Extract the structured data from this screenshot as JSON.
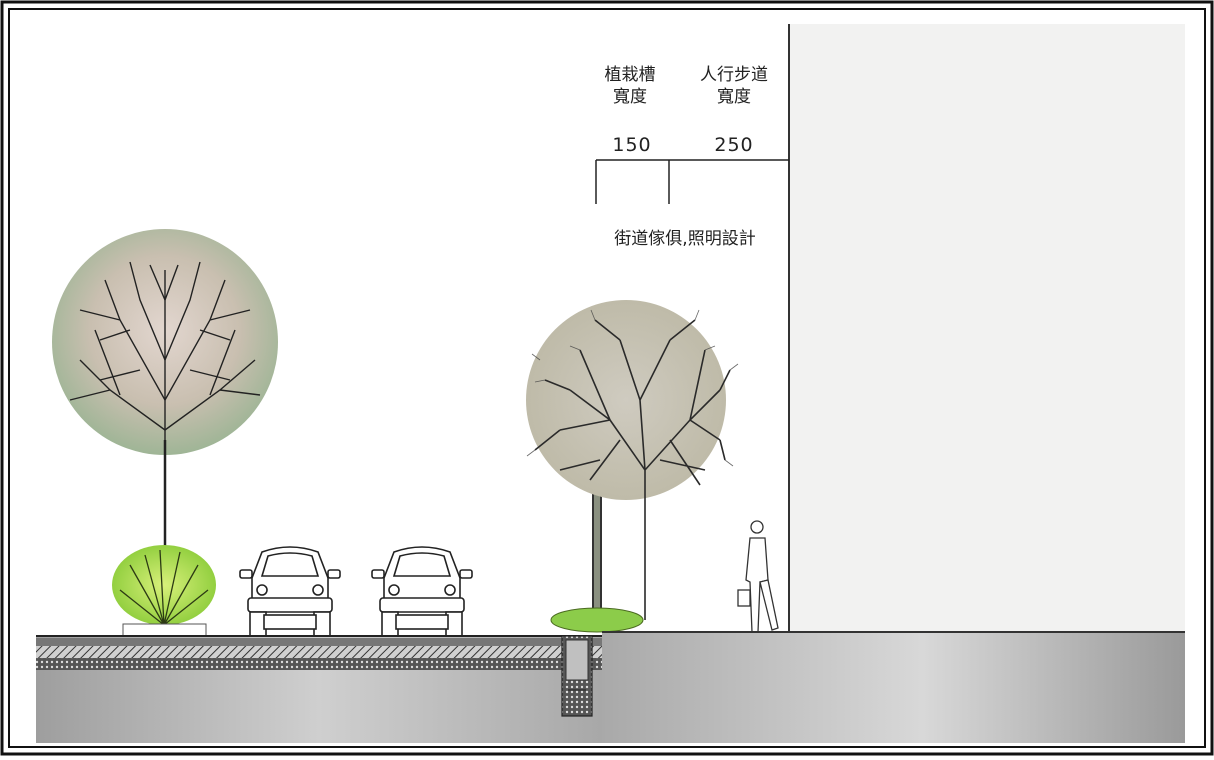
{
  "labels": {
    "planter_width": [
      "植栽槽",
      "寬度"
    ],
    "sidewalk_width": [
      "人行步道",
      "寬度"
    ],
    "planter_dimension": "150",
    "sidewalk_dimension": "250",
    "furniture_lighting": "街道傢俱,照明設計"
  },
  "colors": {
    "frame": "#111111",
    "building": "#f1f1f0",
    "tree_canopy_left": "#c8c4b0",
    "tree_canopy_right": "#c9c6b8",
    "shrub": "#a8d848",
    "hedge": "#8cc05a",
    "road_base": "#b8b8b8",
    "pavement": "#b0b0b0"
  }
}
